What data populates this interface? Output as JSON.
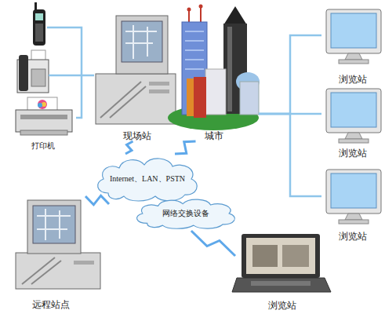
{
  "diagram": {
    "nodes": [
      {
        "text": [
          "打印机"
        ]
      },
      {
        "text": [
          "现场站"
        ]
      },
      {
        "text": [
          "城市"
        ]
      },
      {
        "text": [
          "浏览站"
        ]
      },
      {
        "text": [
          "浏览站"
        ]
      },
      {
        "text": [
          "浏览站"
        ]
      },
      {
        "text": [
          "Internet、LAN、PSTN"
        ]
      },
      {
        "text": [
          "网络交换设备"
        ]
      },
      {
        "text": [
          "远程站点"
        ]
      },
      {
        "text": [
          "浏览站"
        ]
      }
    ],
    "edges": [
      {
        "from": 0,
        "to": 1,
        "arrow": "none"
      },
      {
        "from": 1,
        "to": 6,
        "arrow": "none"
      },
      {
        "from": 2,
        "to": 6,
        "arrow": "none"
      },
      {
        "from": 2,
        "to": 3,
        "arrow": "none"
      },
      {
        "from": 2,
        "to": 4,
        "arrow": "none"
      },
      {
        "from": 2,
        "to": 5,
        "arrow": "none"
      },
      {
        "from": 8,
        "to": 6,
        "arrow": "none"
      },
      {
        "from": 7,
        "to": 9,
        "arrow": "none"
      }
    ]
  }
}
